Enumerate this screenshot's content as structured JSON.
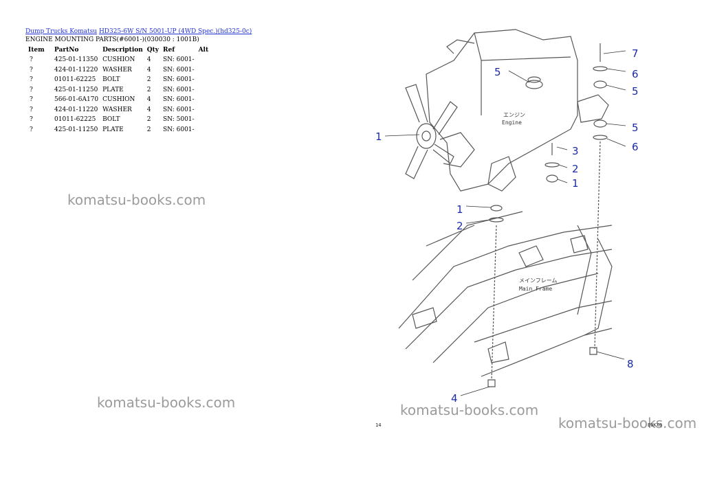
{
  "breadcrumb": {
    "link1": "Dump Trucks Komatsu",
    "link2": "HD325-6W S/N 5001-UP (4WD Spec.)(hd325-0c)"
  },
  "section_title": "ENGINE MOUNTING PARTS(#6001-)(030030 : 1001B)",
  "table": {
    "headers": [
      "Item",
      "PartNo",
      "Description",
      "Qty",
      "Ref",
      "Alt"
    ],
    "rows": [
      {
        "item": "?",
        "partno": "425-01-11350",
        "desc": "CUSHION",
        "qty": "4",
        "ref": "SN: 6001-",
        "alt": ""
      },
      {
        "item": "?",
        "partno": "424-01-11220",
        "desc": "WASHER",
        "qty": "4",
        "ref": "SN: 6001-",
        "alt": ""
      },
      {
        "item": "?",
        "partno": "01011-62225",
        "desc": "BOLT",
        "qty": "2",
        "ref": "SN: 6001-",
        "alt": ""
      },
      {
        "item": "?",
        "partno": "425-01-11250",
        "desc": "PLATE",
        "qty": "2",
        "ref": "SN: 6001-",
        "alt": ""
      },
      {
        "item": "?",
        "partno": "566-01-6A170",
        "desc": "CUSHION",
        "qty": "4",
        "ref": "SN: 6001-",
        "alt": ""
      },
      {
        "item": "?",
        "partno": "424-01-11220",
        "desc": "WASHER",
        "qty": "4",
        "ref": "SN: 6001-",
        "alt": ""
      },
      {
        "item": "?",
        "partno": "01011-62225",
        "desc": "BOLT",
        "qty": "2",
        "ref": "SN: 5001-",
        "alt": ""
      },
      {
        "item": "?",
        "partno": "425-01-11250",
        "desc": "PLATE",
        "qty": "2",
        "ref": "SN: 6001-",
        "alt": ""
      }
    ]
  },
  "watermark": "komatsu-books.com",
  "diagram": {
    "engine_label_jp": "エンジン",
    "engine_label": "Engine",
    "frame_label_jp": "メインフレーム",
    "frame_label": "Main Frame",
    "callouts": [
      "1",
      "2",
      "3",
      "4",
      "5",
      "6",
      "7",
      "8"
    ],
    "page_number": "14",
    "footer_code": "E0KX0"
  }
}
